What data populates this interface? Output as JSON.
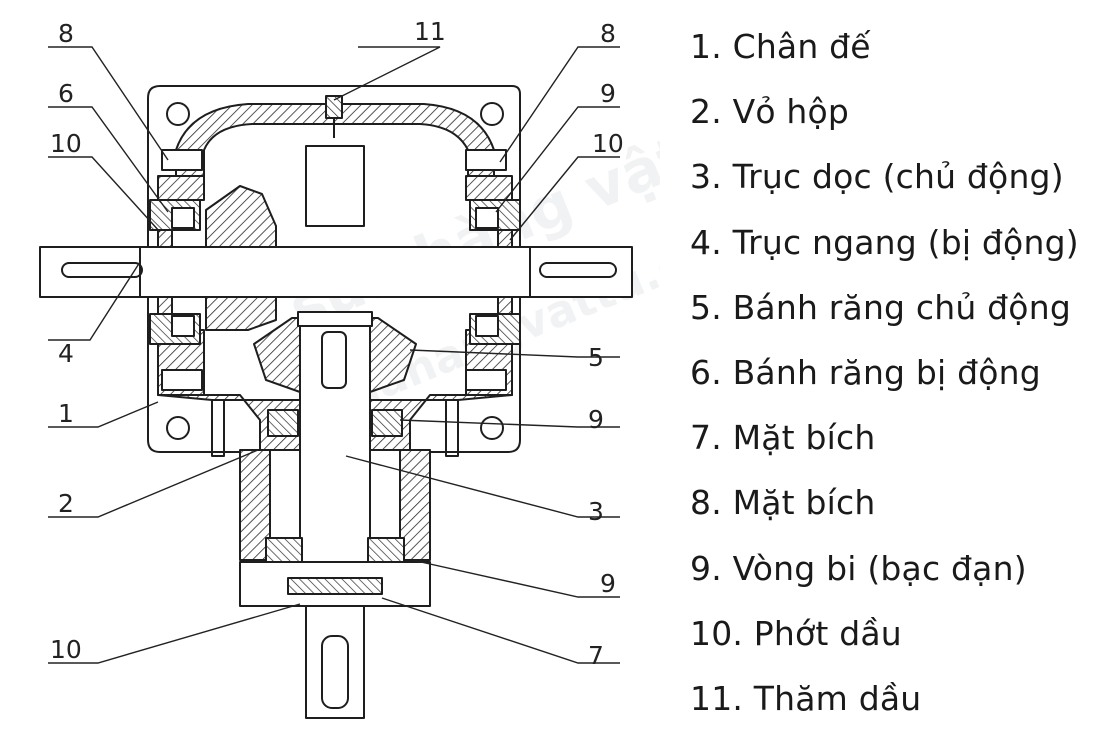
{
  "callouts": {
    "left": [
      "8",
      "6",
      "10",
      "4",
      "1",
      "2",
      "10"
    ],
    "top": "11",
    "right": [
      "8",
      "9",
      "10",
      "5",
      "9",
      "3",
      "9",
      "7"
    ]
  },
  "legend": [
    "1. Chân đế",
    "2. Vỏ hộp",
    "3. Trục dọc (chủ động)",
    "4. Trục ngang (bị động)",
    "5. Bánh răng chủ động",
    "6. Bánh răng bị động",
    "7. Mặt bích",
    "8. Mặt bích",
    "9. Vòng bi (bạc đạn)",
    "10. Phớt dầu",
    "11. Thăm dầu"
  ],
  "watermark": [
    "sửa hàng vật tư",
    "suahangvattu.com"
  ],
  "colors": {
    "line": "#1e1e1e",
    "text": "#1a1a1a",
    "hatch": "#2a2a2a",
    "watermark": "#9aa3ad"
  }
}
